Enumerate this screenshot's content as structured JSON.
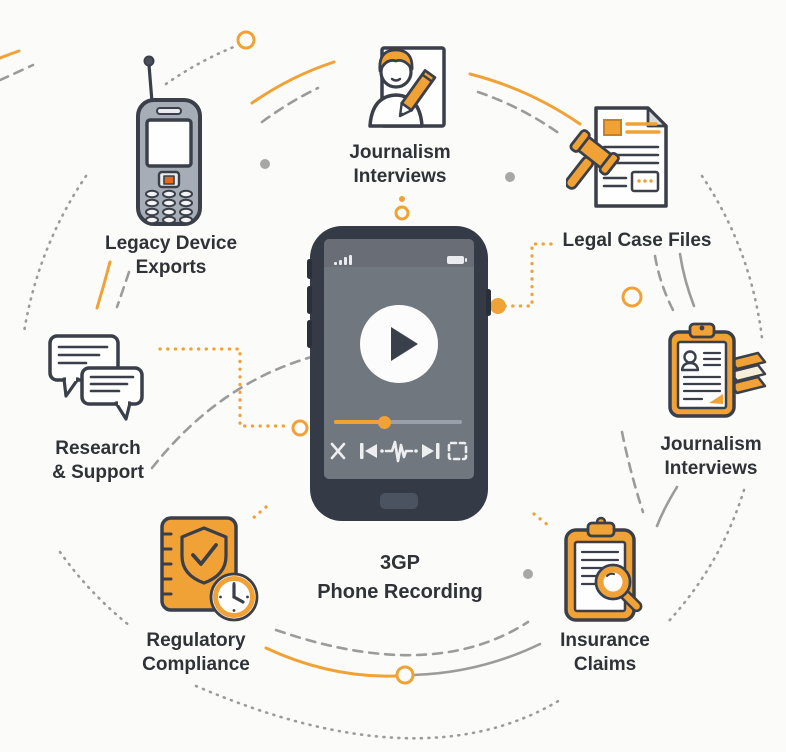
{
  "diagram_subject": "3GP Phone Recording use cases",
  "center": {
    "title_line1": "3GP",
    "title_line2": "Phone Recording",
    "phone_player": {
      "icons": [
        "play-icon",
        "close-icon",
        "previous-track-icon",
        "waveform-icon",
        "next-track-icon",
        "loop-icon",
        "signal-bars-icon",
        "battery-icon"
      ],
      "progress_percent": 39
    }
  },
  "nodes": [
    {
      "icon": "journalist-writing-icon",
      "line1": "Journalism",
      "line2": "Interviews"
    },
    {
      "icon": "legal-document-gavel-icon",
      "line1": "Legal Case Files",
      "line2": ""
    },
    {
      "icon": "clipboard-person-icon",
      "line1": "Journalism",
      "line2": "Interviews"
    },
    {
      "icon": "clipboard-magnifier-icon",
      "line1": "Insurance",
      "line2": "Claims"
    },
    {
      "icon": "compliance-book-clock-icon",
      "line1": "Regulatory",
      "line2": "Compliance"
    },
    {
      "icon": "chat-bubbles-icon",
      "line1": "Research",
      "line2": "& Support"
    },
    {
      "icon": "legacy-phone-icon",
      "line1": "Legacy Device",
      "line2": "Exports"
    }
  ],
  "colors": {
    "accent_orange": "#F0A236",
    "outline_dark": "#3A3F49",
    "phone_body": "#353B46",
    "screen_gray": "#71777F",
    "arc_gray": "#9B9B9B",
    "text_dark": "#2F3237",
    "background": "#FBFBF9"
  }
}
